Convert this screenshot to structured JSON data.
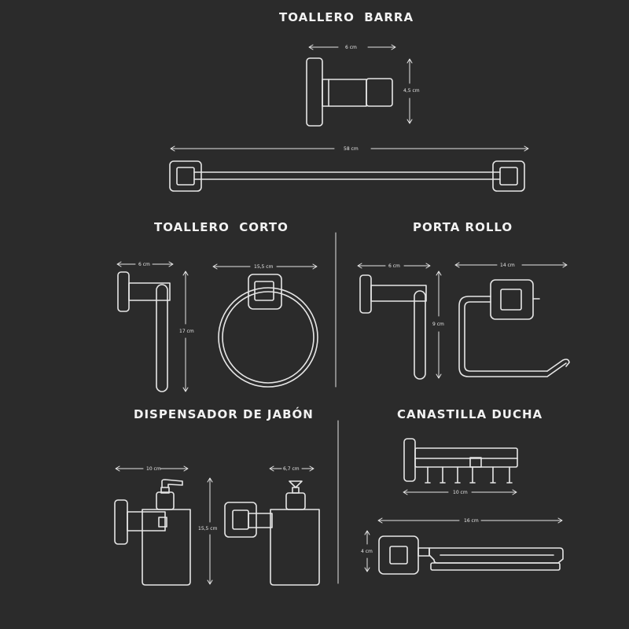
{
  "colors": {
    "background": "#2b2b2b",
    "line": "#e6e6e6",
    "text": "#f2f2f2"
  },
  "sections": {
    "toallero_barra": {
      "title": "TOALLERO  BARRA",
      "dims": {
        "width": "6 cm",
        "height": "4,5 cm",
        "length": "58 cm"
      }
    },
    "toallero_corto": {
      "title": "TOALLERO  CORTO",
      "dims": {
        "width": "6 cm",
        "height": "17 cm",
        "ring": "15,5 cm"
      }
    },
    "porta_rollo": {
      "title": "PORTA ROLLO",
      "dims": {
        "width": "6 cm",
        "height": "9 cm",
        "length": "14 cm"
      }
    },
    "dispensador": {
      "title": "DISPENSADOR DE JABÓN",
      "dims": {
        "width": "10 cm",
        "height": "15,5 cm",
        "depth": "6,7 cm"
      }
    },
    "canastilla": {
      "title": "CANASTILLA DUCHA",
      "dims": {
        "hooks": "10 cm",
        "length": "16 cm",
        "height": "4 cm"
      }
    }
  }
}
